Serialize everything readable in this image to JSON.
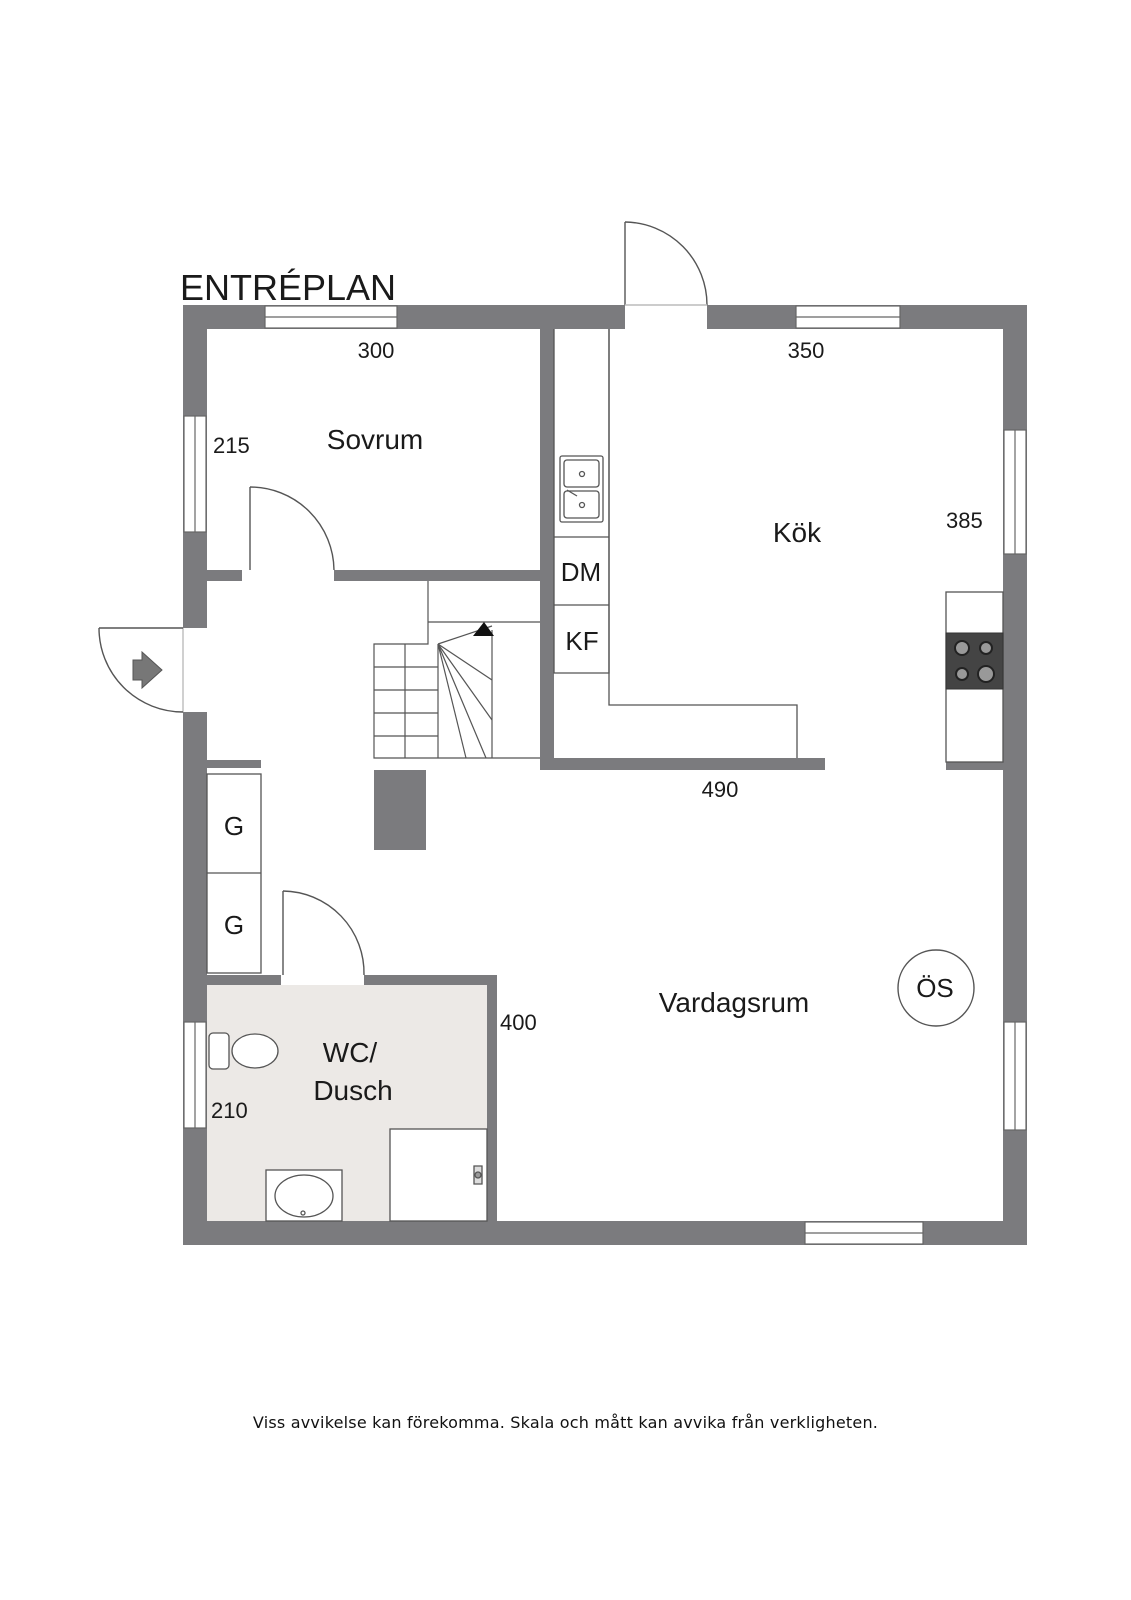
{
  "plan": {
    "title": "ENTRÉPLAN",
    "rooms": {
      "sovrum": "Sovrum",
      "kok": "Kök",
      "vardagsrum": "Vardagsrum",
      "wc_line1": "WC/",
      "wc_line2": "Dusch"
    },
    "dimensions": {
      "sovrum_width": "300",
      "sovrum_depth": "215",
      "kok_width": "350",
      "kok_depth": "385",
      "vardagsrum_width": "490",
      "vardagsrum_depth": "400",
      "wc_depth": "210"
    },
    "fixtures": {
      "dishwasher": "DM",
      "fridge_freezer": "KF",
      "wardrobe_1": "G",
      "wardrobe_2": "G",
      "stove_os": "ÖS"
    },
    "colors": {
      "wall": "#7b7b7e",
      "wet_room": "#ece9e6",
      "line": "#555555"
    }
  },
  "footer": {
    "disclaimer": "Viss avvikelse kan förekomma. Skala och mått kan avvika från verkligheten."
  }
}
